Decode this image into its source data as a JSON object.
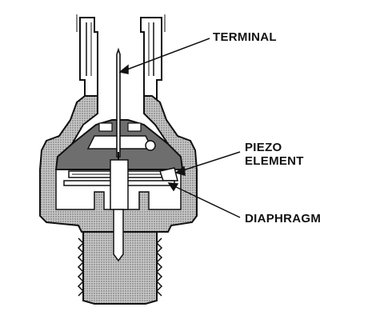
{
  "labels": {
    "terminal": "TERMINAL",
    "piezo_line1": "PIEZO",
    "piezo_line2": "ELEMENT",
    "diaphragm": "DIAPHRAGM"
  },
  "colors": {
    "ink": "#111111",
    "body_fill": "#b8b8b8",
    "dark_fill": "#6e6e6e",
    "background": "#ffffff"
  }
}
